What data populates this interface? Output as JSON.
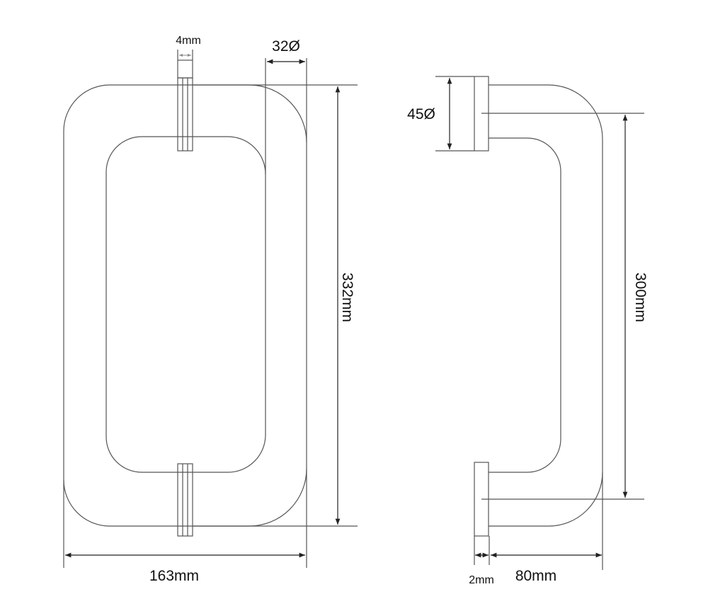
{
  "front_view": {
    "standoff_width_label": "4mm",
    "tube_diameter_label": "32Ø",
    "height_label": "332mm",
    "width_label": "163mm"
  },
  "side_view": {
    "flange_diameter_label": "45Ø",
    "centers_label": "300mm",
    "flange_thickness_label": "2mm",
    "projection_label": "80mm"
  },
  "colors": {
    "line": "#555555",
    "text": "#111111"
  }
}
